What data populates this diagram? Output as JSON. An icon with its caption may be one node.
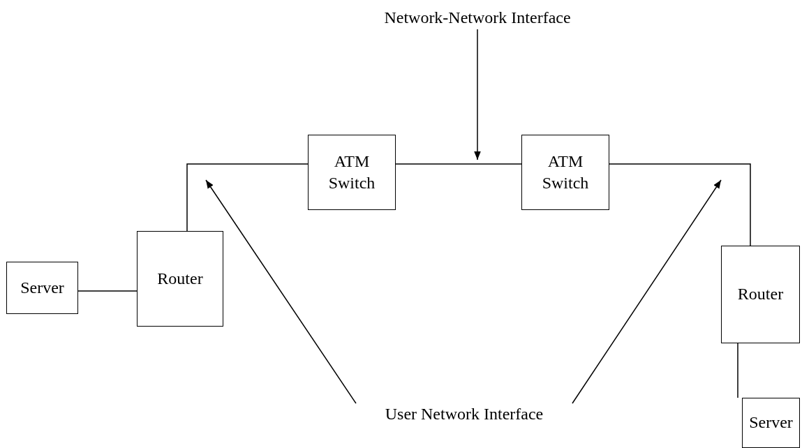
{
  "diagram": {
    "nodes": [
      {
        "text": [
          "Server"
        ]
      },
      {
        "text": [
          "Router"
        ]
      },
      {
        "text": [
          "ATM Switch"
        ]
      },
      {
        "text": [
          "ATM Switch"
        ]
      },
      {
        "text": [
          "Router"
        ]
      },
      {
        "text": [
          "Server"
        ]
      },
      {
        "text": [
          "Network-Network Interface"
        ]
      },
      {
        "text": [
          "User Network Interface"
        ]
      }
    ],
    "edges": [
      {
        "from": 0,
        "to": 1,
        "arrow": "none"
      },
      {
        "from": 1,
        "to": 2,
        "arrow": "none"
      },
      {
        "from": 2,
        "to": 3,
        "arrow": "none"
      },
      {
        "from": 3,
        "to": 4,
        "arrow": "none"
      },
      {
        "from": 4,
        "to": 5,
        "arrow": "none"
      },
      {
        "from": 6,
        "to": null,
        "arrow": "to"
      },
      {
        "from": 7,
        "to": null,
        "arrow": "to"
      },
      {
        "from": 7,
        "to": null,
        "arrow": "to"
      }
    ]
  }
}
